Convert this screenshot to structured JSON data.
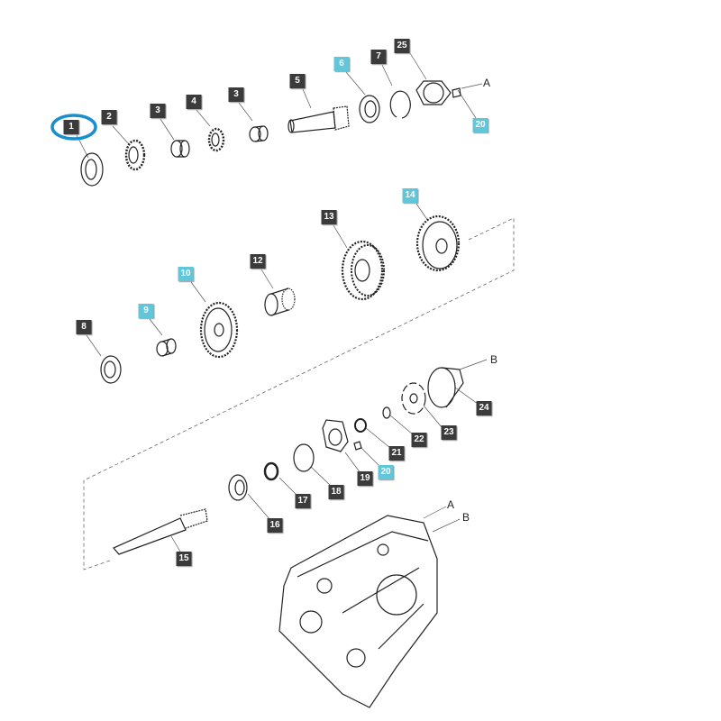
{
  "diagram": {
    "highlight_color": "#1a8fd0",
    "label_color": "#3b3b3b",
    "highlight_label_color": "#62c6da",
    "highlighted_part": "1",
    "labels": [
      "1",
      "2",
      "3",
      "4",
      "3",
      "5",
      "6",
      "7",
      "25",
      "20",
      "14",
      "13",
      "12",
      "10",
      "9",
      "8",
      "24",
      "23",
      "22",
      "21",
      "20",
      "19",
      "18",
      "17",
      "16",
      "15"
    ],
    "connectors": [
      "A",
      "B",
      "A",
      "B"
    ]
  }
}
